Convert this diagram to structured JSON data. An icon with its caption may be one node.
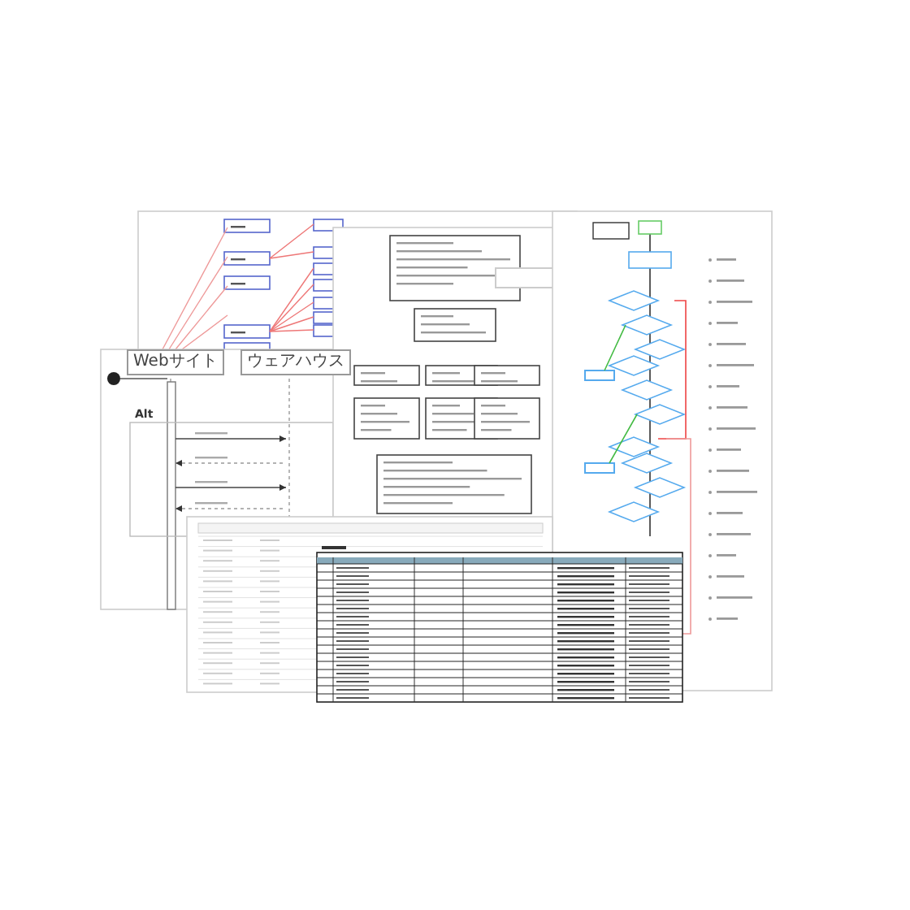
{
  "diagram": {
    "nodes": [
      {
        "text": [
          "Webサイト"
        ]
      },
      {
        "text": [
          "ウェアハウス"
        ]
      }
    ],
    "labels": [
      "Alt"
    ]
  }
}
